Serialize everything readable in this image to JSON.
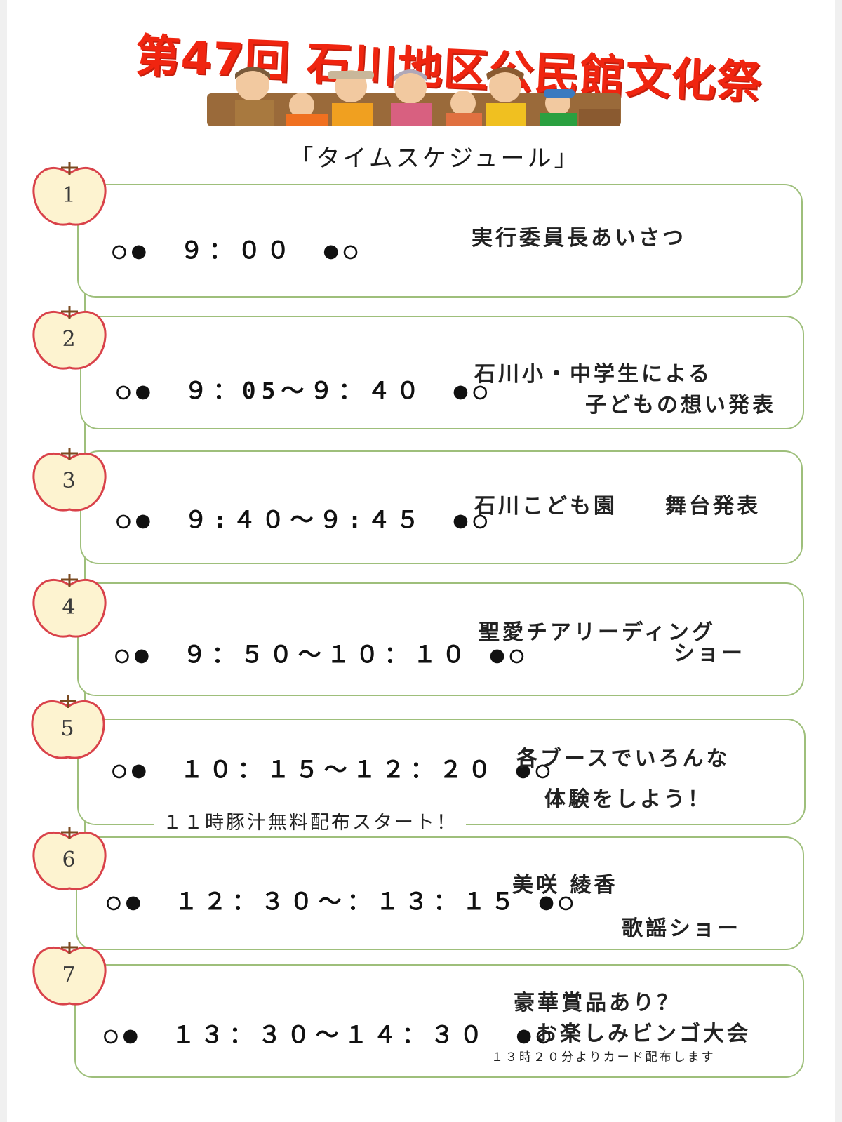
{
  "header": {
    "title": "第47回 石川地区公民館文化祭",
    "subtitle": "「タイムスケジュール」"
  },
  "colors": {
    "title": "#f02510",
    "frame": "#9ebf7b",
    "apple": "#d9424a",
    "apple_fill": "#fdf3d0"
  },
  "schedule": [
    {
      "num": "1",
      "time": "○●　９：００　●○",
      "line1": "実行委員長あいさつ",
      "line2": ""
    },
    {
      "num": "2",
      "time": "○●　９：05～９：４０　●○",
      "line1": "石川小・中学生による",
      "line2": "子どもの想い発表"
    },
    {
      "num": "3",
      "time": "○●　９:４０～９:４５　●○",
      "line1": "石川こども園　　舞台発表",
      "line2": ""
    },
    {
      "num": "4",
      "time": "○●　９：５０～１０：１０ ●○",
      "line1": "聖愛チアリーディング",
      "line2": "ショー"
    },
    {
      "num": "5",
      "time": "○●　１０：１５～１２：２０ ●○",
      "line1": "各ブースでいろんな",
      "line2": "体験をしよう！",
      "note": "１１時豚汁無料配布スタート！"
    },
    {
      "num": "6",
      "time": "○●　１２：３０～：１３：１５ ●○",
      "line1": "美咲 綾香",
      "line2": "歌謡ショー"
    },
    {
      "num": "7",
      "time": "○●　１３：３０～１４：３０　●○",
      "line1": "豪華賞品あり？",
      "line2": "お楽しみビンゴ大会",
      "note": "１３時２０分よりカード配布します"
    }
  ]
}
